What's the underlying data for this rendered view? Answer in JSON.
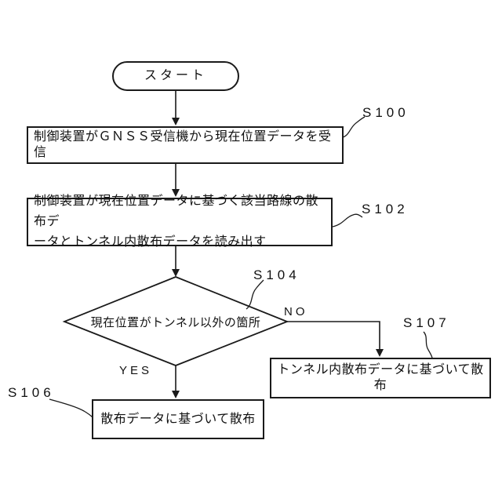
{
  "flowchart": {
    "start_label": "スタート",
    "nodes": {
      "s100": {
        "step": "S100",
        "text": "制御装置がＧＮＳＳ受信機から現在位置データを受信"
      },
      "s102": {
        "step": "S102",
        "line1": "制御装置が現在位置データに基づく該当路線の散布デ",
        "line2": "ータとトンネル内散布データを読み出す"
      },
      "s104": {
        "step": "S104",
        "text": "現在位置がトンネル以外の箇所",
        "yes": "YES",
        "no": "NO"
      },
      "s106": {
        "step": "S106",
        "text": "散布データに基づいて散布"
      },
      "s107": {
        "step": "S107",
        "text": "トンネル内散布データに基づいて散布"
      }
    },
    "colors": {
      "line": "#1a1a1a",
      "background": "#ffffff"
    }
  }
}
